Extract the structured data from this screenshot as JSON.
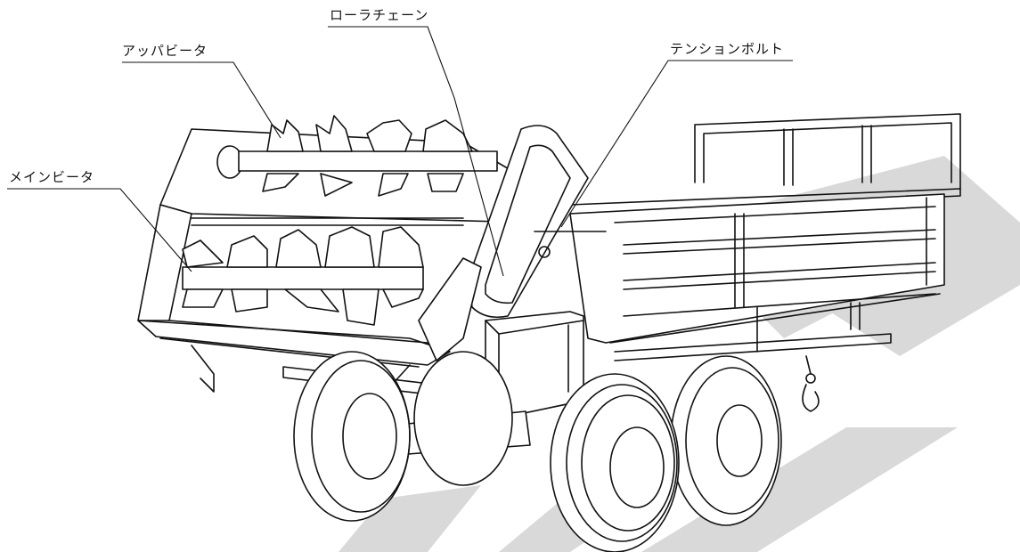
{
  "labels": {
    "upper_beater": "アッパビータ",
    "roller_chain": "ローラチェーン",
    "tension_bolt": "テンションボルト",
    "main_beater": "メインビータ"
  }
}
